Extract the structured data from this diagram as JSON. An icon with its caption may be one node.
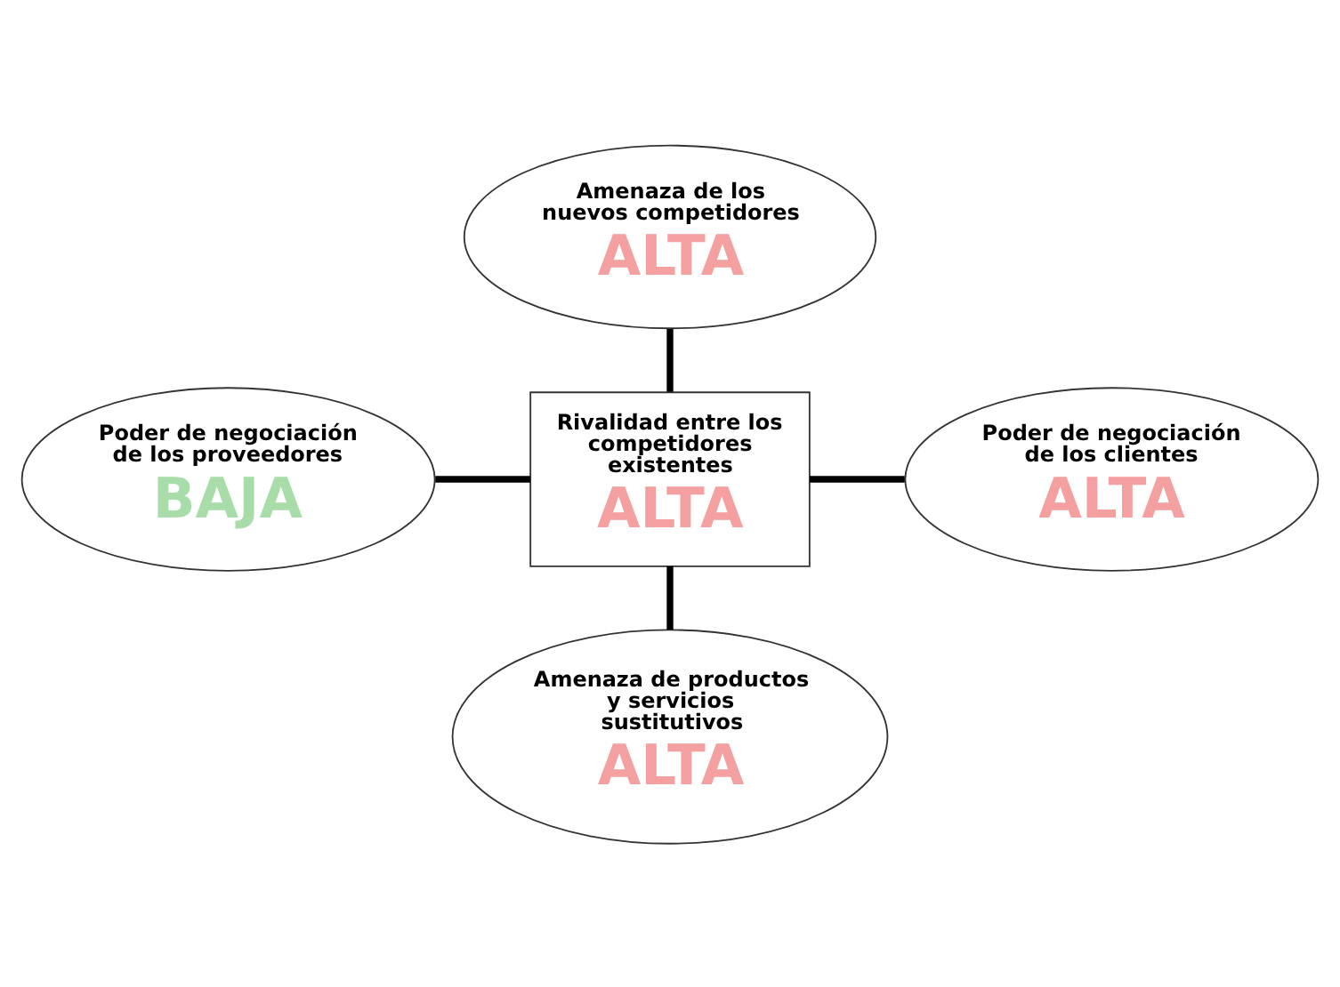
{
  "diagram": {
    "nodes": [
      {
        "text": [
          "Amenaza de los nuevos competidores",
          "ALTA"
        ]
      },
      {
        "text": [
          "Poder de negociación de los proveedores",
          "BAJA"
        ]
      },
      {
        "text": [
          "Rivalidad entre los competidores existentes",
          "ALTA"
        ]
      },
      {
        "text": [
          "Poder de negociación de los clientes",
          "ALTA"
        ]
      },
      {
        "text": [
          "Amenaza de productos y servicios sustitutivos",
          "ALTA"
        ]
      }
    ],
    "edges": [
      {
        "from": 0,
        "to": 2,
        "arrow": "none"
      },
      {
        "from": 1,
        "to": 2,
        "arrow": "none"
      },
      {
        "from": 2,
        "to": 3,
        "arrow": "none"
      },
      {
        "from": 2,
        "to": 4,
        "arrow": "none"
      }
    ]
  }
}
